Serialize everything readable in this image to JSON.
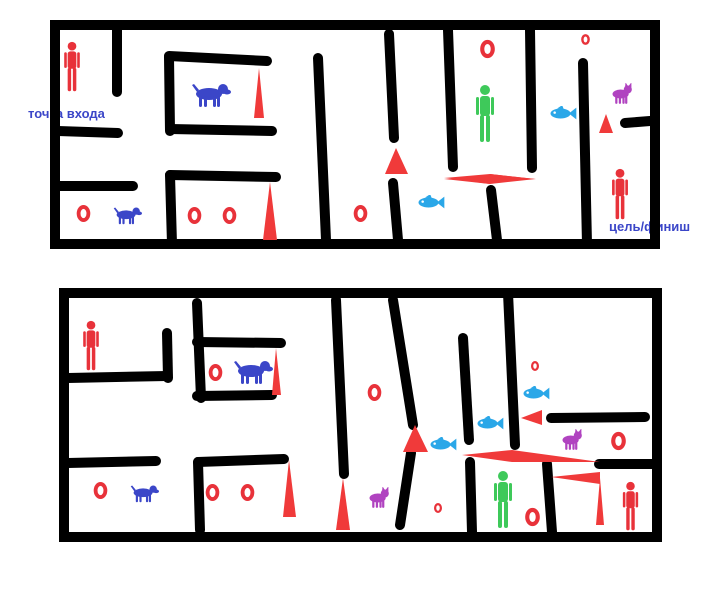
{
  "labels": {
    "entry": "точка входа",
    "goal": "цель/финиш"
  },
  "colors": {
    "wall": "#000000",
    "person": "#e8323a",
    "player": "#3ec95a",
    "dog": "#3b46c8",
    "cat": "#b043c0",
    "fish": "#2aa7e8",
    "ring": "#e8323a",
    "spike": "#f03a3a",
    "label": "#3b46c8"
  },
  "mazes": [
    {
      "name": "maze-top"
    },
    {
      "name": "maze-bottom"
    }
  ]
}
